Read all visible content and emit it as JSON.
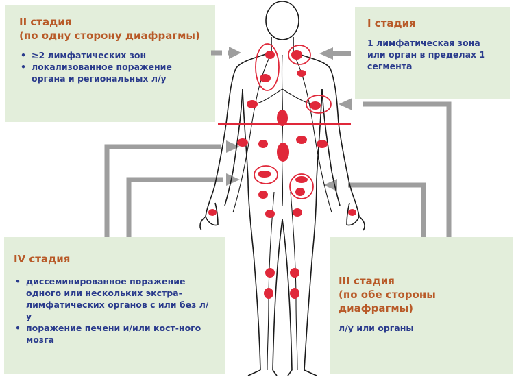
{
  "stage_ii": {
    "title_line1": "II стадия",
    "title_line2": "(по одну сторону диафрагмы)",
    "items": [
      "≥2 лимфатических зон",
      "локализованное поражение органа и региональных л/у"
    ]
  },
  "stage_i": {
    "title": "I стадия",
    "text": "1 лимфатическая зона или орган в пределах 1 сегмента"
  },
  "stage_iv": {
    "title": "IV стадия",
    "items": [
      "диссеминированное поражение одного или нескольких экстра-лимфатических органов с или без л/у",
      "поражение печени и/или кост-ного мозга"
    ]
  },
  "stage_iii": {
    "title_line1": "III стадия",
    "title_line2": "(по обе стороны диафрагмы)",
    "text": "л/у или органы"
  },
  "colors": {
    "box_fill": "#e3eedb",
    "title": "#b85a28",
    "text": "#2a3b8c",
    "node": "#e0283a",
    "arrow": "#9e9e9e",
    "diaphragm_line": "#e0283a",
    "body_outline": "#000000"
  }
}
